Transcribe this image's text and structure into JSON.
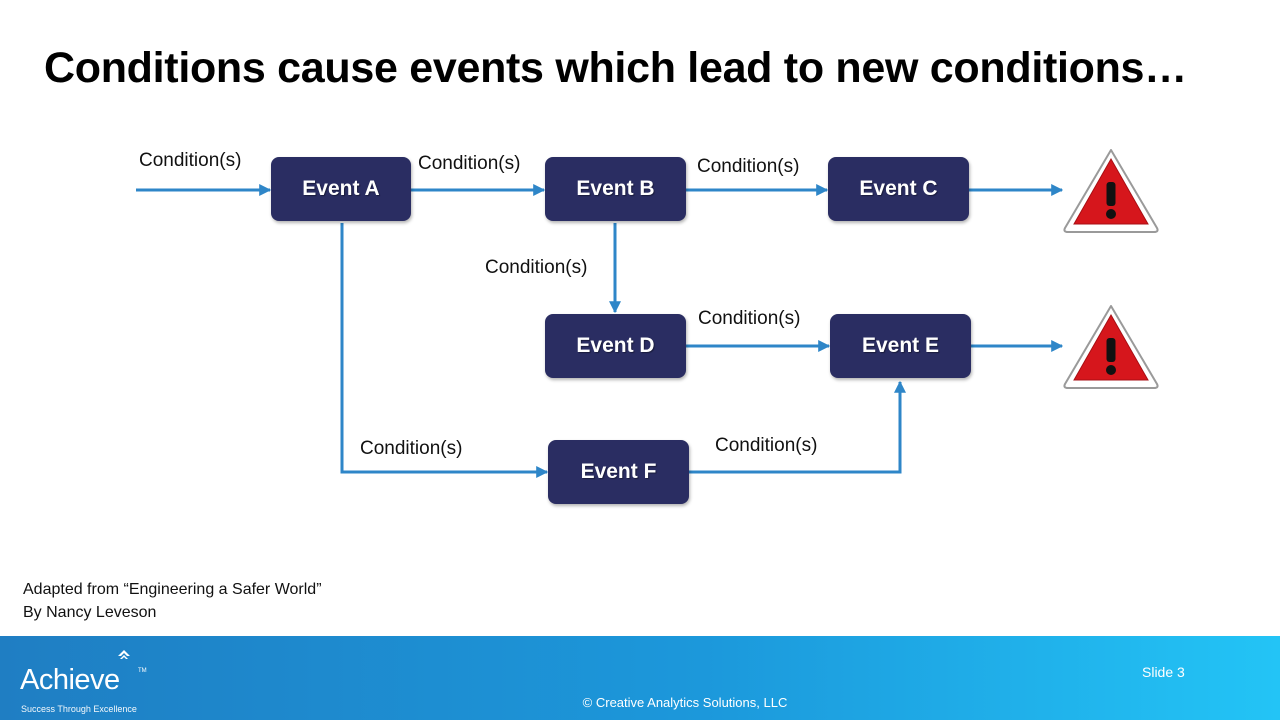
{
  "slide": {
    "title": "Conditions cause events which lead to new conditions…"
  },
  "diagram": {
    "events": {
      "a": "Event A",
      "b": "Event B",
      "c": "Event C",
      "d": "Event D",
      "e": "Event E",
      "f": "Event F"
    },
    "conditions": {
      "in_a": "Condition(s)",
      "a_b": "Condition(s)",
      "b_c": "Condition(s)",
      "b_d": "Condition(s)",
      "d_e": "Condition(s)",
      "a_f": "Condition(s)",
      "f_e": "Condition(s)"
    },
    "hazard_icon": "warning-triangle-icon",
    "colors": {
      "box": "#2a2d62",
      "arrow": "#2e86c8",
      "hazard_fill": "#d6161c"
    }
  },
  "citation": {
    "line1": "Adapted from “Engineering a Safer World”",
    "line2": "By Nancy Leveson"
  },
  "footer": {
    "logo_name": "Achieve",
    "logo_trademark": "TM",
    "logo_tagline": "Success Through Excellence",
    "copyright": "© Creative Analytics Solutions, LLC",
    "slide_label": "Slide 3"
  }
}
